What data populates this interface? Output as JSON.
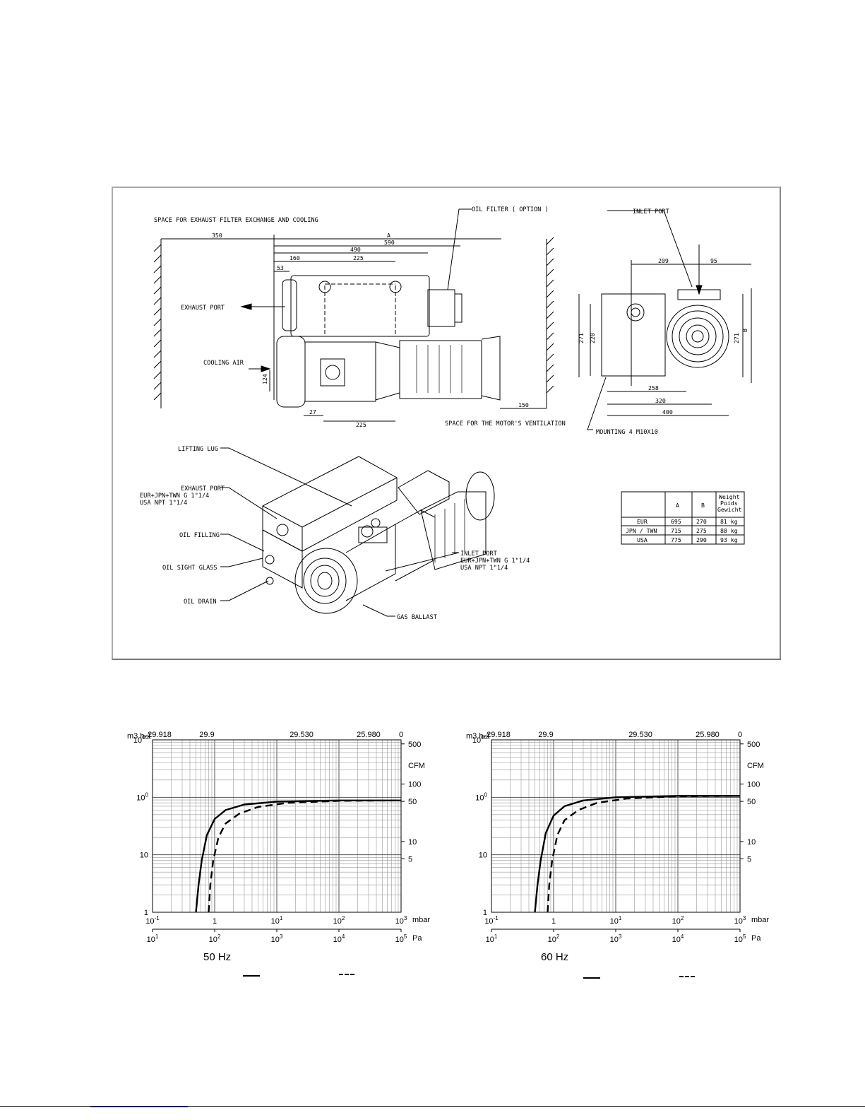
{
  "drawing": {
    "labels": {
      "space_exhaust": "SPACE FOR EXHAUST FILTER EXCHANGE AND COOLING",
      "oil_filter": "OIL FILTER ( OPTION )",
      "inlet_port_top": "INLET PORT",
      "exhaust_port": "EXHAUST PORT",
      "cooling_air": "COOLING AIR",
      "space_motor": "SPACE FOR THE MOTOR'S VENTILATION",
      "mounting": "MOUNTING 4 M10X10",
      "lifting_lug": "LIFTING LUG",
      "exhaust_port_2": "EXHAUST PORT",
      "exhaust_port_2_eur": "EUR+JPN+TWN G 1\"1/4",
      "exhaust_port_2_usa": "USA        NPT 1\"1/4",
      "oil_filling": "OIL FILLING",
      "oil_sight_glass": "OIL SIGHT GLASS",
      "oil_drain": "OIL DRAIN",
      "inlet_port": "INLET PORT",
      "inlet_port_eur": "EUR+JPN+TWN G 1\"1/4",
      "inlet_port_usa": "USA        NPT 1\"1/4",
      "gas_ballast": "GAS BALLAST"
    },
    "dims": {
      "d350": "350",
      "dA": "A",
      "d590": "590",
      "d490": "490",
      "d160": "160",
      "d225a": "225",
      "d53": "53",
      "d124": "124",
      "d27": "27",
      "d225b": "225",
      "d150": "150",
      "d209": "209",
      "d95": "95",
      "d271a": "271",
      "d220": "220",
      "dB": "B",
      "d271b": "271",
      "d258": "258",
      "d320": "320",
      "d400": "400"
    },
    "table": {
      "headers": [
        "",
        "A",
        "B",
        "Weight\nPoids\nGewicht"
      ],
      "rows": [
        [
          "EUR",
          "695",
          "270",
          "81 kg"
        ],
        [
          "JPN / TWN",
          "715",
          "275",
          "88 kg"
        ],
        [
          "USA",
          "775",
          "290",
          "93 kg"
        ]
      ]
    }
  },
  "chart_data": [
    {
      "type": "line",
      "title": "50 Hz",
      "ylabel": "m3.h-1",
      "y2label": "CFM",
      "xlabel_bottom1": "mbar",
      "xlabel_bottom2": "Pa",
      "top_ticks": [
        "29.918",
        "29.9",
        "29.530",
        "25.980",
        "0"
      ],
      "y_ticks": [
        "1000",
        "100",
        "10",
        "1"
      ],
      "y2_ticks": [
        "500",
        "100",
        "50",
        "10",
        "5"
      ],
      "x_ticks_mbar": [
        "10-1",
        "1",
        "101",
        "102",
        "103"
      ],
      "x_ticks_pa": [
        "101",
        "102",
        "103",
        "104",
        "105"
      ],
      "xlim": [
        0.1,
        1000
      ],
      "ylim": [
        1,
        1000
      ],
      "xscale": "log",
      "yscale": "log",
      "series": [
        {
          "style": "solid",
          "x": [
            0.5,
            0.55,
            0.62,
            0.75,
            1,
            1.5,
            3,
            10,
            100,
            1000
          ],
          "y": [
            1,
            3,
            8,
            22,
            42,
            60,
            75,
            84,
            88,
            88
          ]
        },
        {
          "style": "dashed",
          "x": [
            0.8,
            0.85,
            0.95,
            1.15,
            1.5,
            2.5,
            5,
            15,
            100,
            1000
          ],
          "y": [
            1,
            3,
            8,
            20,
            35,
            52,
            68,
            80,
            87,
            88
          ]
        }
      ]
    },
    {
      "type": "line",
      "title": "60 Hz",
      "ylabel": "m3.h-1",
      "y2label": "CFM",
      "xlabel_bottom1": "mbar",
      "xlabel_bottom2": "Pa",
      "top_ticks": [
        "29.918",
        "29.9",
        "29.530",
        "25.980",
        "0"
      ],
      "y_ticks": [
        "1000",
        "100",
        "10",
        "1"
      ],
      "y2_ticks": [
        "500",
        "100",
        "50",
        "10",
        "5"
      ],
      "x_ticks_mbar": [
        "10-1",
        "1",
        "101",
        "102",
        "103"
      ],
      "x_ticks_pa": [
        "101",
        "102",
        "103",
        "104",
        "105"
      ],
      "xlim": [
        0.1,
        1000
      ],
      "ylim": [
        1,
        1000
      ],
      "xscale": "log",
      "yscale": "log",
      "series": [
        {
          "style": "solid",
          "x": [
            0.5,
            0.55,
            0.62,
            0.75,
            1,
            1.5,
            3,
            10,
            100,
            1000
          ],
          "y": [
            1,
            3,
            8,
            24,
            48,
            70,
            88,
            100,
            106,
            106
          ]
        },
        {
          "style": "dashed",
          "x": [
            0.8,
            0.85,
            0.95,
            1.15,
            1.5,
            2.5,
            5,
            15,
            100,
            1000
          ],
          "y": [
            1,
            3,
            8,
            22,
            40,
            60,
            80,
            95,
            104,
            106
          ]
        }
      ]
    }
  ]
}
